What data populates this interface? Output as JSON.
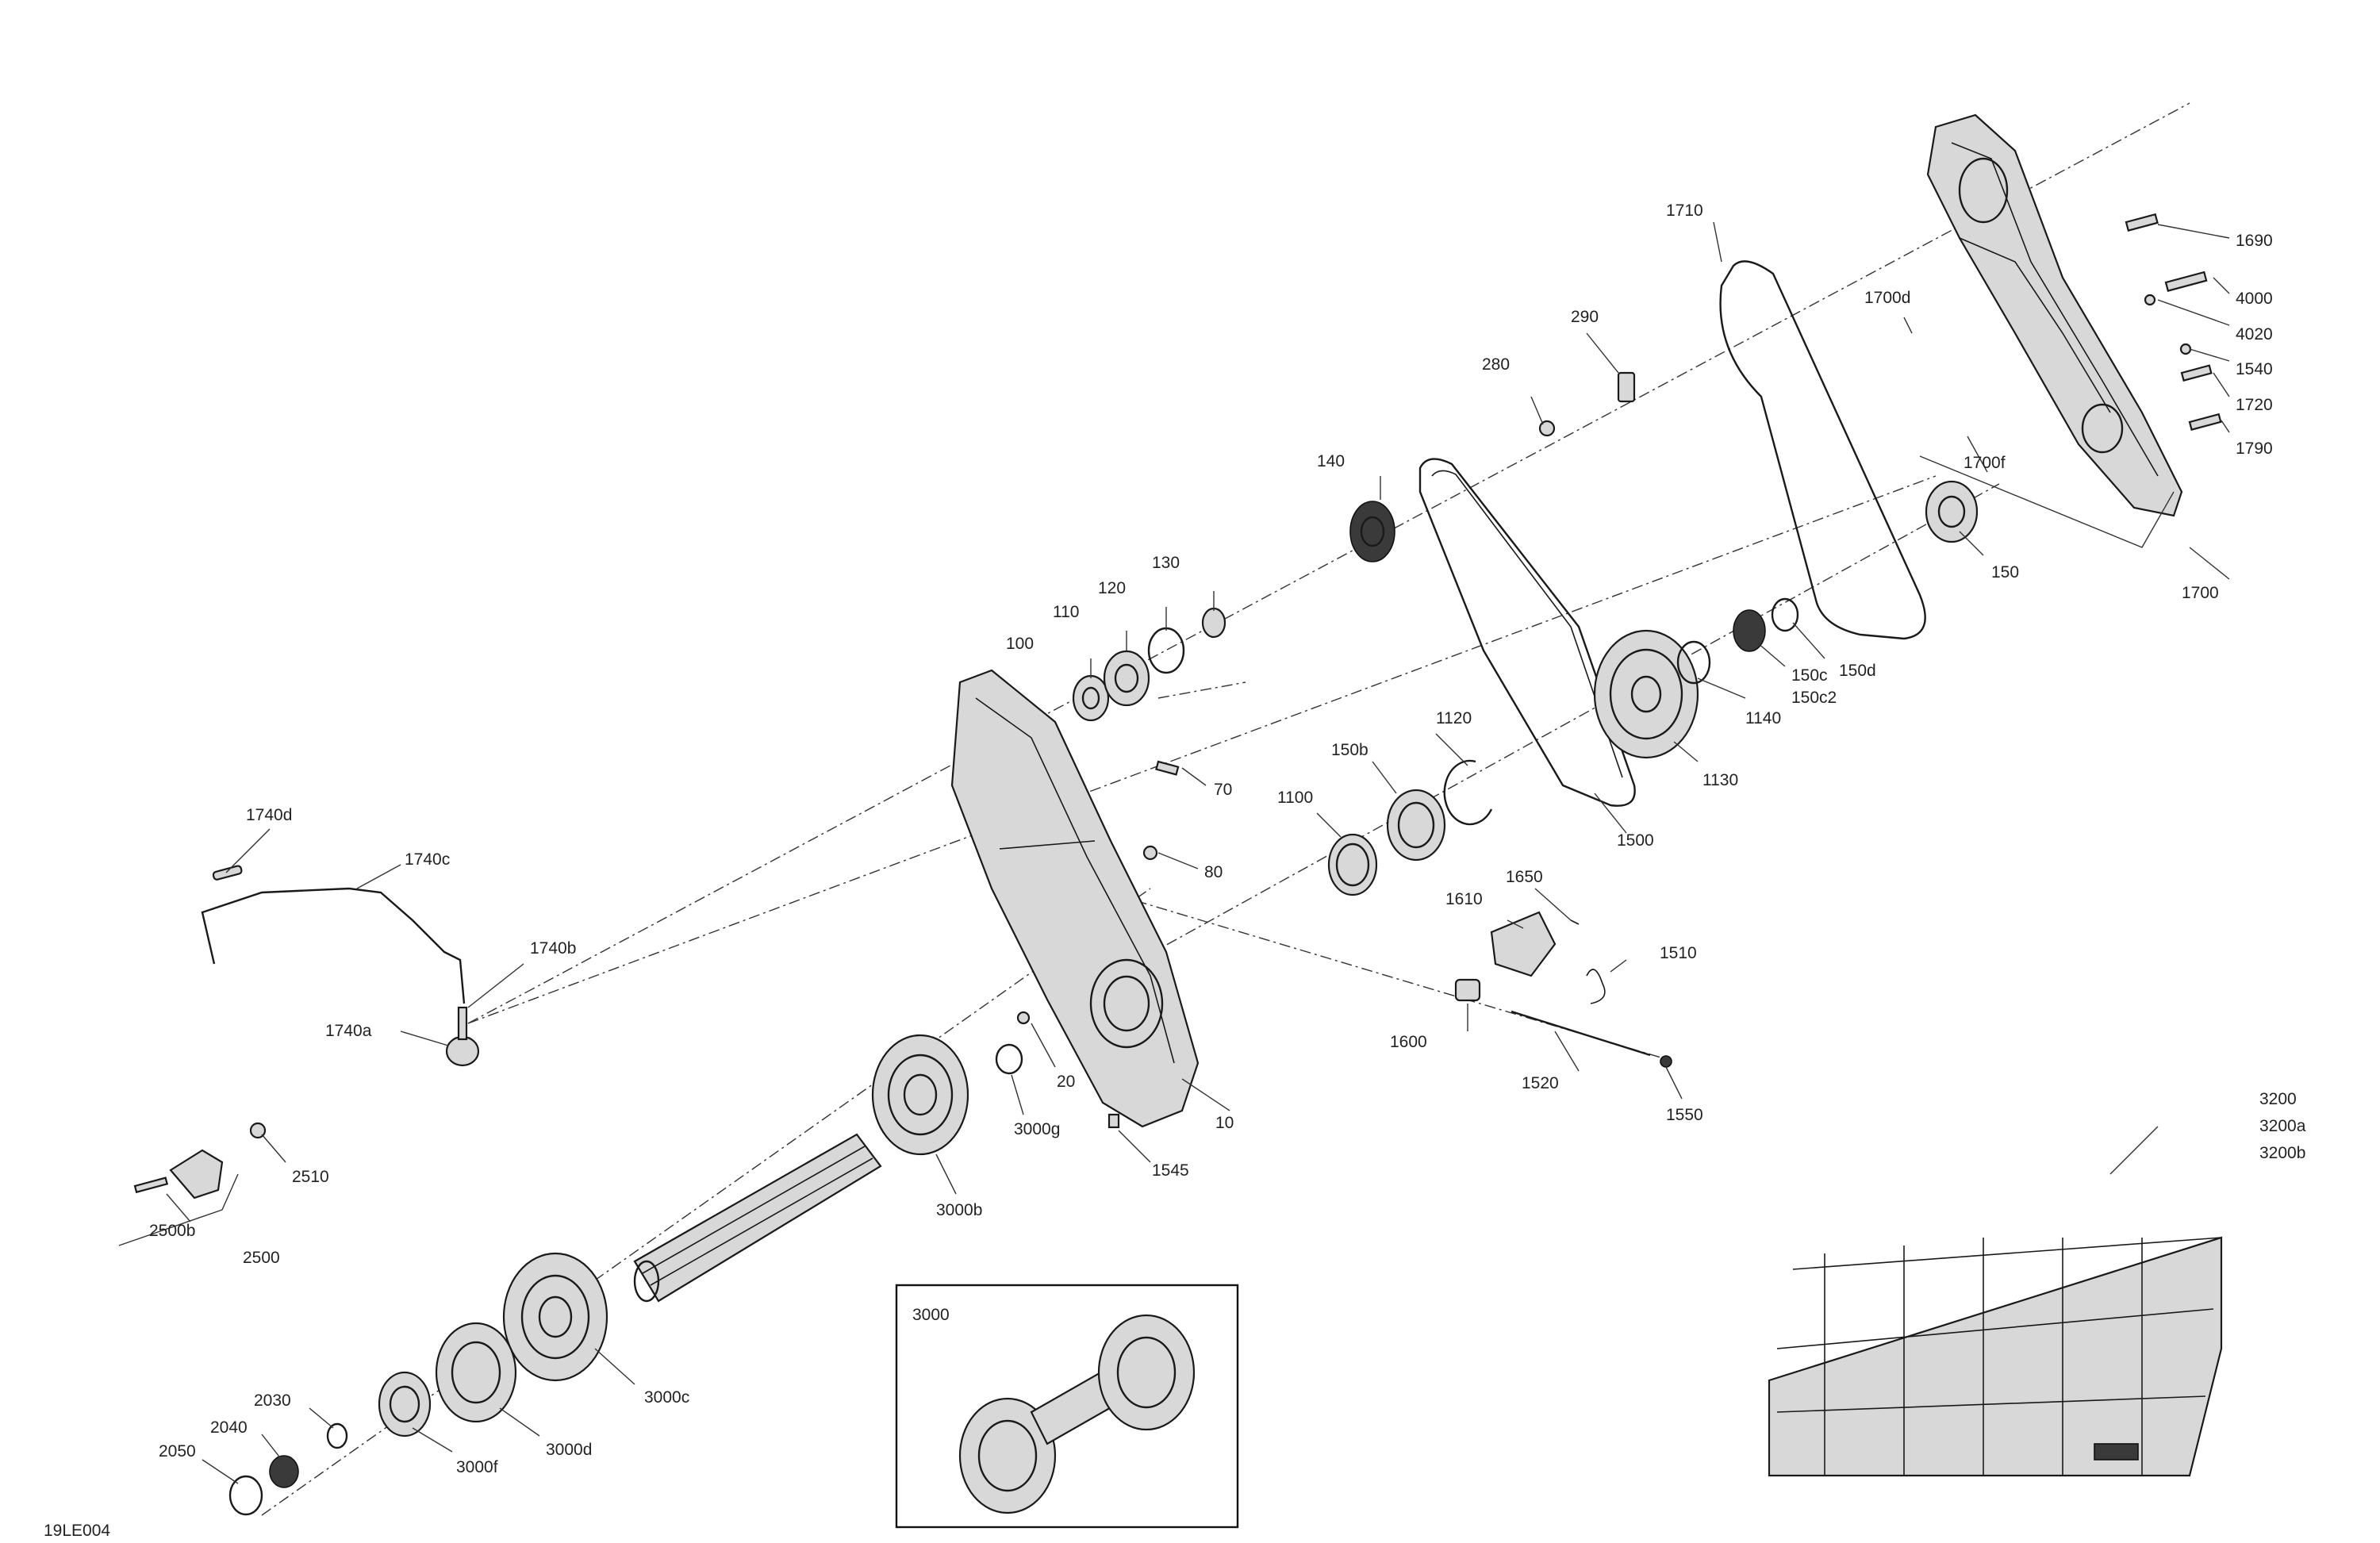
{
  "diagram": {
    "figure_code": "19LE004",
    "callouts": [
      "1690",
      "4000",
      "4020",
      "1540",
      "1720",
      "1790",
      "1710",
      "1700d",
      "1700f",
      "1700",
      "290",
      "280",
      "150",
      "150d",
      "150c",
      "150c2",
      "140",
      "130",
      "120",
      "110",
      "100",
      "1140",
      "1130",
      "1120",
      "150b",
      "1100",
      "1500",
      "70",
      "80",
      "1740d",
      "1740c",
      "1740b",
      "1740a",
      "1650",
      "1610",
      "1510",
      "1600",
      "1520",
      "1550",
      "20",
      "10",
      "3000g",
      "1545",
      "3000b",
      "2510",
      "2500b",
      "2500",
      "3000c",
      "2030",
      "2040",
      "2050",
      "3000f",
      "3000d",
      "3200",
      "3200a",
      "3200b"
    ],
    "inset_label": "3000"
  }
}
